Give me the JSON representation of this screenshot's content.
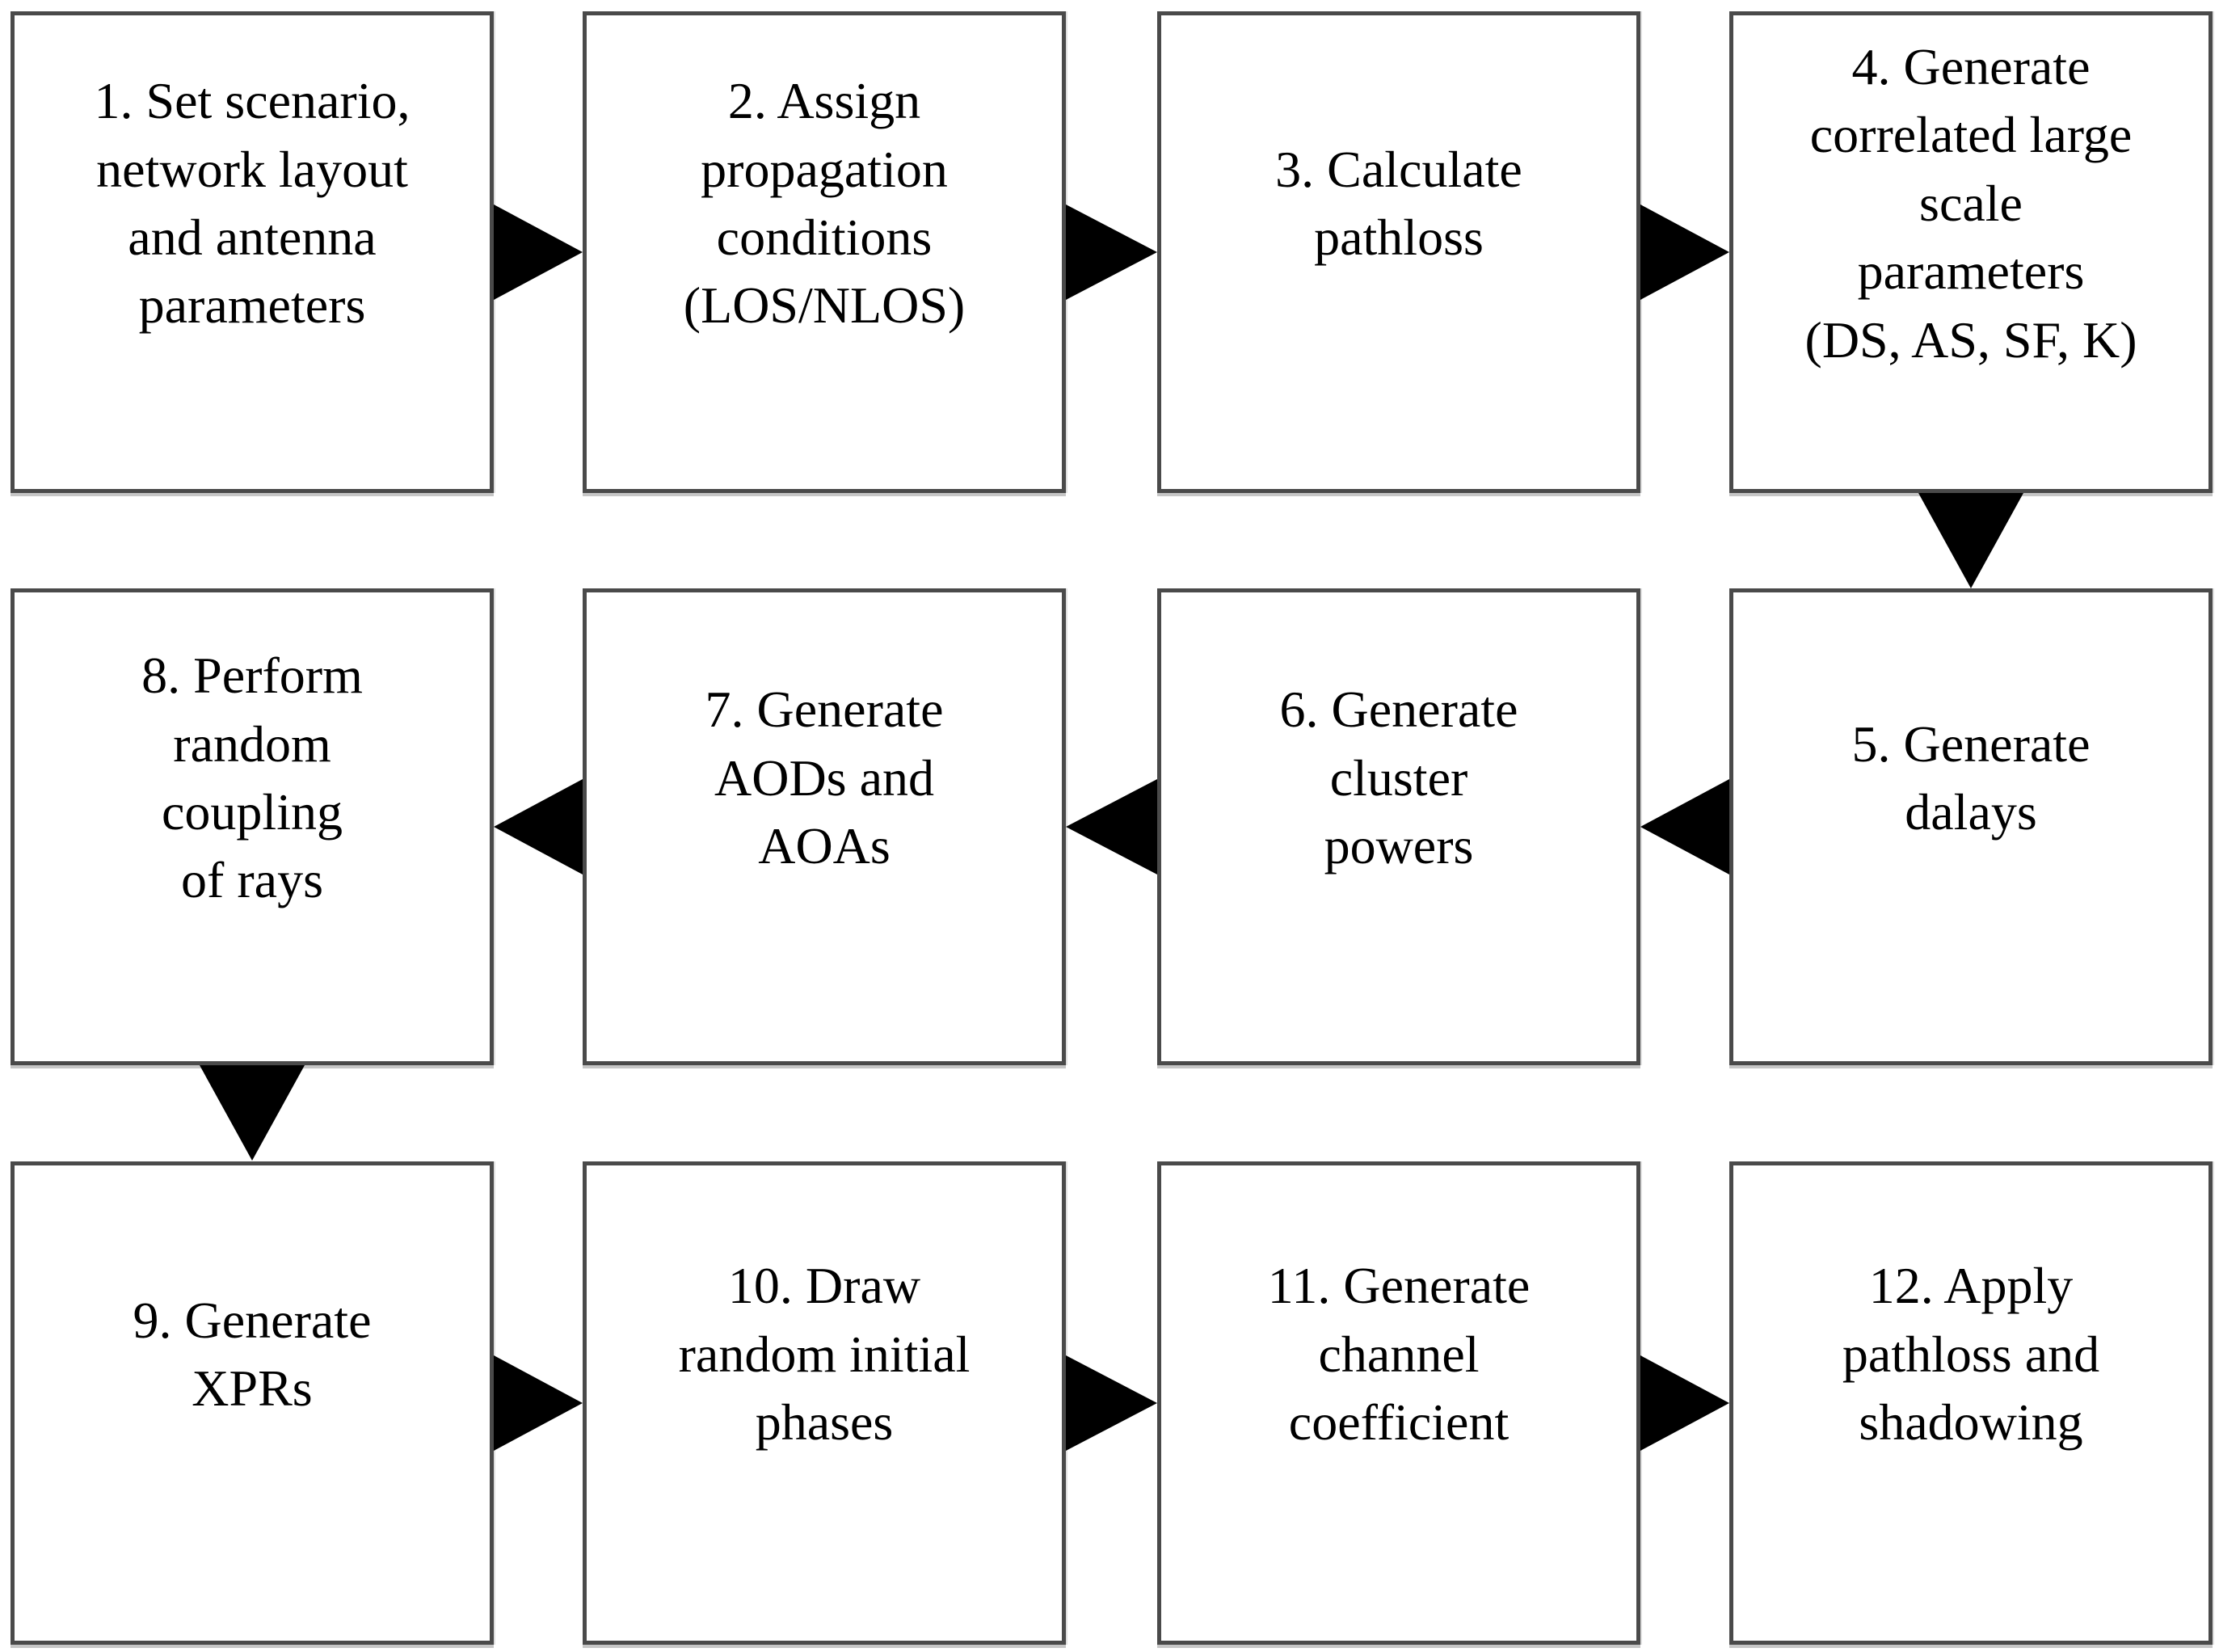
{
  "diagram": {
    "type": "flowchart",
    "background_color": "#ffffff",
    "box_fill_color": "#ffffff",
    "box_border_color": "#4a4a4a",
    "arrow_color": "#000000",
    "text_color": "#000000",
    "boxes": [
      {
        "id": "1",
        "label": "1. Set scenario,\nnetwork layout\nand antenna\nparameters"
      },
      {
        "id": "2",
        "label": "2. Assign\npropagation\nconditions\n(LOS/NLOS)"
      },
      {
        "id": "3",
        "label": "3. Calculate\npathloss"
      },
      {
        "id": "4",
        "label": "4. Generate\ncorrelated large\nscale\nparameters\n(DS, AS, SF, K)"
      },
      {
        "id": "5",
        "label": "5. Generate\ndalays"
      },
      {
        "id": "6",
        "label": "6. Generate\ncluster\npowers"
      },
      {
        "id": "7",
        "label": "7. Generate\nAODs and\nAOAs"
      },
      {
        "id": "8",
        "label": "8. Perform\nrandom\ncoupling\nof rays"
      },
      {
        "id": "9",
        "label": "9. Generate\nXPRs"
      },
      {
        "id": "10",
        "label": "10. Draw\nrandom initial\nphases"
      },
      {
        "id": "11",
        "label": "11. Generate\nchannel\ncoefficient"
      },
      {
        "id": "12",
        "label": "12. Apply\npathloss and\nshadowing"
      }
    ],
    "connections": [
      {
        "from": "1",
        "to": "2",
        "direction": "right"
      },
      {
        "from": "2",
        "to": "3",
        "direction": "right"
      },
      {
        "from": "3",
        "to": "4",
        "direction": "right"
      },
      {
        "from": "4",
        "to": "5",
        "direction": "down"
      },
      {
        "from": "5",
        "to": "6",
        "direction": "left"
      },
      {
        "from": "6",
        "to": "7",
        "direction": "left"
      },
      {
        "from": "7",
        "to": "8",
        "direction": "left"
      },
      {
        "from": "8",
        "to": "9",
        "direction": "down"
      },
      {
        "from": "9",
        "to": "10",
        "direction": "right"
      },
      {
        "from": "10",
        "to": "11",
        "direction": "right"
      },
      {
        "from": "11",
        "to": "12",
        "direction": "right"
      }
    ]
  }
}
